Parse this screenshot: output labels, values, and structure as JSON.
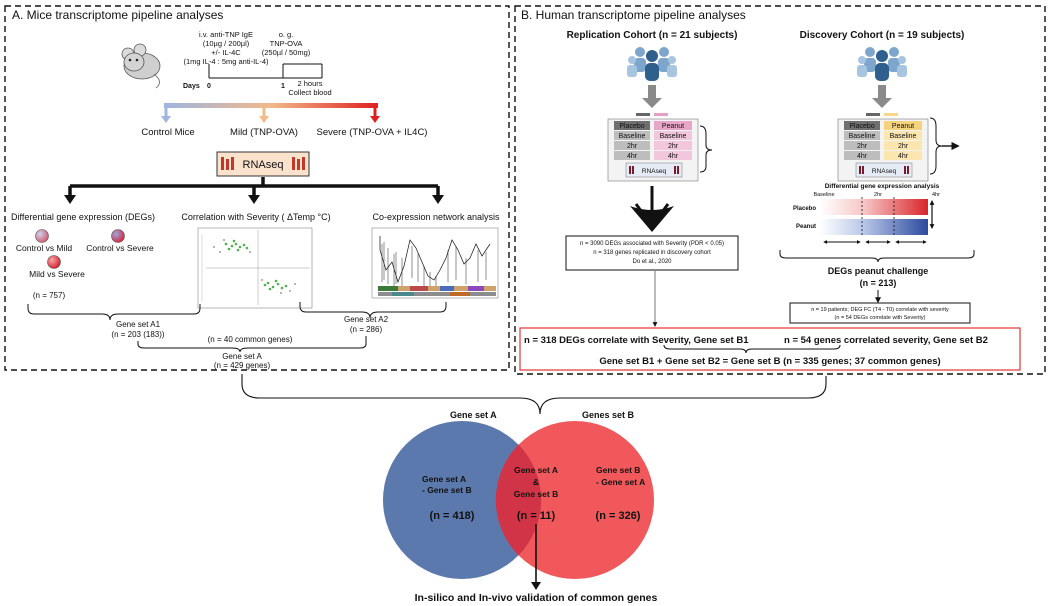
{
  "panel_a": {
    "title": "A. Mice transcriptome pipeline analyses",
    "timeline": {
      "iv_line1": "i.v. anti-TNP IgE",
      "iv_line2": "(10µg / 200µl)",
      "iv_line3": "+/- IL-4C",
      "iv_line4": "(1mg IL-4 : 5mg anti-IL-4)",
      "og_line1": "o. g.",
      "og_line2": "TNP-OVA",
      "og_line3": "(250µl / 50mg)",
      "days_label": "Days",
      "day0": "0",
      "day1": "1",
      "hours_line1": "2 hours",
      "hours_line2": "Collect blood"
    },
    "groups": [
      "Control Mice",
      "Mild (TNP-OVA)",
      "Severe (TNP-OVA + IL4C)"
    ],
    "rnaseq": "RNAseq",
    "methods": {
      "deg": "Differential gene expression (DEGs)",
      "corr": "Correlation with Severity ( ΔTemp °C)",
      "coexp": "Co-expression network analysis"
    },
    "comparisons": [
      "Control vs Mild",
      "Control vs Severe",
      "Mild vs Severe"
    ],
    "n_deg": "(n = 757)",
    "set_a1_title": "Gene set A1",
    "set_a1_n": "(n = 203 (183))",
    "common": "(n = 40 common genes)",
    "set_a2_title": "Gene set A2",
    "set_a2_n": "(n = 286)",
    "set_a_title": "Gene set A",
    "set_a_n": "(n = 429 genes)"
  },
  "panel_b": {
    "title": "B. Human transcriptome pipeline analyses",
    "replication": "Replication Cohort (n = 21 subjects)",
    "discovery": "Discovery Cohort (n = 19 subjects)",
    "rep_rows": [
      [
        "Placebo",
        "Peanut"
      ],
      [
        "Baseline",
        "Baseline"
      ],
      [
        "2hr",
        "2hr"
      ],
      [
        "4hr",
        "4hr"
      ]
    ],
    "rep_rnaseq": "RNAseq",
    "disc_rows": [
      [
        "Placebo",
        "Peanut"
      ],
      [
        "Baseline",
        "Baseline"
      ],
      [
        "2hr",
        "2hr"
      ],
      [
        "4hr",
        "4hr"
      ]
    ],
    "disc_rnaseq": "RNAseq",
    "rep_box": [
      "n = 3090 DEGs associated with Severity (PDR < 0.05)",
      "n = 318 genes replicated in discovery cohort",
      "Do et al., 2020"
    ],
    "diff_title": "Differential gene expression analysis",
    "diff_ticks": [
      "Baseline",
      "2hr",
      "4hr"
    ],
    "diff_rows": [
      "Placebo",
      "Peanut"
    ],
    "degs_peanut": "DEGs peanut challenge",
    "degs_peanut_n": "(n = 213)",
    "disc_box": [
      "n = 19 patients; DEG FC (T4 - T0) correlate with severity",
      "(n = 54 DEGs correlate with Severity)"
    ],
    "b1": "n = 318 DEGs correlate with Severity, Gene set B1",
    "b2": "n = 54 genes correlated severity, Gene set B2",
    "bsum": "Gene set B1 + Gene set B2 = Gene set B (n = 335 genes; 37 common genes)"
  },
  "venn": {
    "left_title": "Gene set A",
    "right_title": "Genes set B",
    "left_l1": "Gene set A",
    "left_l2": "- Gene set B",
    "left_n": "(n = 418)",
    "mid_l1": "Gene set A",
    "mid_l2": "&",
    "mid_l3": "Gene set B",
    "mid_n": "(n = 11)",
    "right_l1": "Gene set B",
    "right_l2": "- Gene set A",
    "right_n": "(n = 326)",
    "footer": "In-silico and In-vivo validation of common genes",
    "colors": {
      "left": "#5b79ad",
      "right": "#ef4b4f",
      "overlap": "#d13446"
    }
  }
}
